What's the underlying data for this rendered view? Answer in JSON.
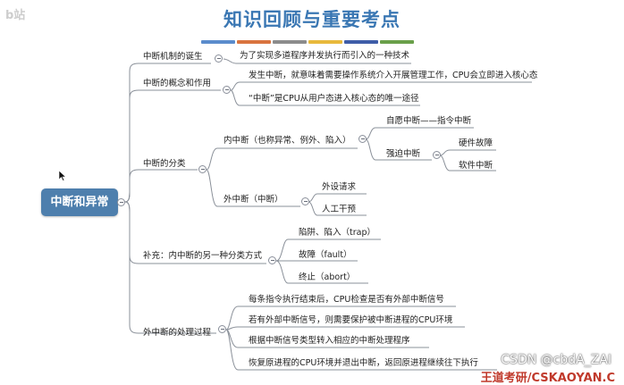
{
  "title": "知识回顾与重要考点",
  "watermark_top_left": "b站",
  "accent_swatches": [
    "#5b8ccc",
    "#d9743f",
    "#8c8c8c",
    "#e8b93c",
    "#3f5da8",
    "#6aa04a"
  ],
  "root": {
    "label": "中断和异常"
  },
  "branches": {
    "b1": {
      "label": "中断机制的诞生",
      "child1": "为了实现多道程序并发执行而引入的一种技术"
    },
    "b2": {
      "label": "中断的概念和作用",
      "child1": "发生中断，就意味着需要操作系统介入开展管理工作，CPU会立即进入核心态",
      "child2": "“中断”是CPU从用户态进入核心态的唯一途径"
    },
    "b3": {
      "label": "中断的分类",
      "internal": {
        "label": "内中断（也称异常、例外、陷入）",
        "voluntary": "自愿中断——指令中断",
        "forced": {
          "label": "强迫中断",
          "hw": "硬件故障",
          "sw": "软件中断"
        }
      },
      "external": {
        "label": "外中断（中断）",
        "io": "外设请求",
        "manual": "人工干预"
      }
    },
    "b4": {
      "label": "补充：内中断的另一种分类方式",
      "trap": "陷阱、陷入（trap）",
      "fault": "故障（fault）",
      "abort": "终止（abort）"
    },
    "b5": {
      "label": "外中断的处理过程",
      "s1": "每条指令执行结束后，CPU检查是否有外部中断信号",
      "s2": "若有外部中断信号，则需要保护被中断进程的CPU环境",
      "s3": "根据中断信号类型转入相应的中断处理程序",
      "s4": "恢复原进程的CPU环境并退出中断，返回原进程继续往下执行"
    }
  },
  "watermark_bottom_right": "CSDN @cbdA_ZAI",
  "brand_bottom_right": "王道考研/CSKAOYAN.C"
}
